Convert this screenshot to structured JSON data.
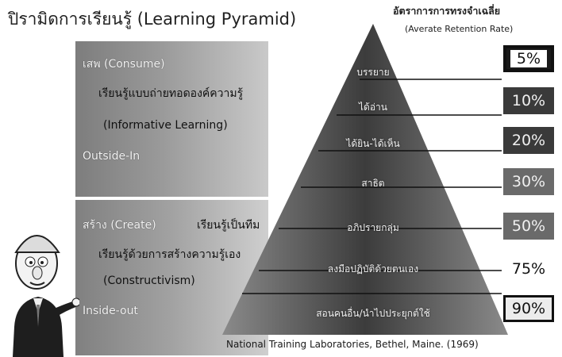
{
  "title": "ปิรามิดการเรียนรู้ (Learning Pyramid)",
  "retention_header": {
    "title": "อัตราการการทรงจำเฉลี่ย",
    "subtitle": "(Averate Retention Rate)"
  },
  "left_panel": {
    "consume": "เสพ (Consume)",
    "consume_desc": "เรียนรู้แบบถ่ายทอดองค์ความรู้",
    "consume_type": "(Informative Learning)",
    "consume_dir": "Outside-In",
    "create": "สร้าง (Create)",
    "create_team": "เรียนรู้เป็นทีม",
    "create_desc": "เรียนรู้ด้วยการสร้างความรู้เอง",
    "create_type": "(Constructivism)",
    "create_dir": "Inside-out"
  },
  "levels": [
    {
      "label": "บรรยาย",
      "rate": "5%"
    },
    {
      "label": "ได้อ่าน",
      "rate": "10%"
    },
    {
      "label": "ได้ยิน-ได้เห็น",
      "rate": "20%"
    },
    {
      "label": "สาธิต",
      "rate": "30%"
    },
    {
      "label": "อภิปรายกลุ่ม",
      "rate": "50%"
    },
    {
      "label": "ลงมือปฏิบัติด้วยตนเอง",
      "rate": "75%"
    },
    {
      "label": "สอนคนอื่น/นำไปประยุกต์ใช้",
      "rate": "90%"
    }
  ],
  "citation": "National Training Laboratories, Bethel, Maine. (1969)",
  "colors": {
    "pyramid_dark": "#3c3c3c",
    "pyramid_light": "#8a8a8a",
    "panel": "#9a9a9a",
    "highlight_box": "#1a1a1a"
  }
}
